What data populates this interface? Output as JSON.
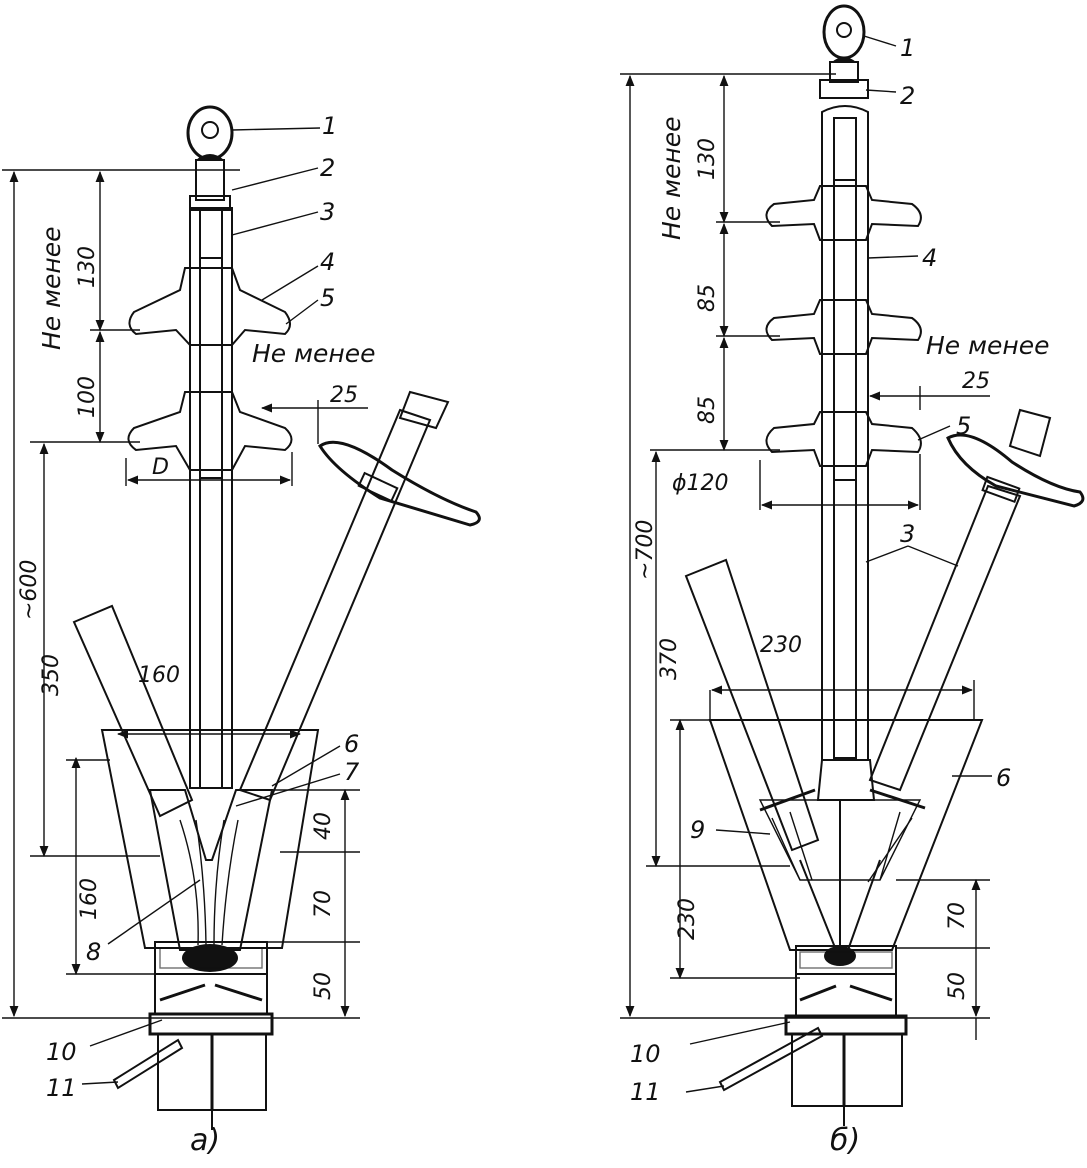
{
  "figure_a": {
    "caption": "а)",
    "callouts": [
      "1",
      "2",
      "3",
      "4",
      "5",
      "6",
      "7",
      "8",
      "10",
      "11"
    ],
    "note_min": "Не менее",
    "dim_130": "130",
    "dim_100": "100",
    "dim_25": "25",
    "dim_D": "D",
    "dim_600": "~600",
    "dim_350": "350",
    "dim_160_top": "160",
    "dim_160_side": "160",
    "dim_40": "40",
    "dim_70": "70",
    "dim_50": "50"
  },
  "figure_b": {
    "caption": "б)",
    "callouts": [
      "1",
      "2",
      "4",
      "5",
      "3",
      "6",
      "9",
      "10",
      "11"
    ],
    "note_min": "Не менее",
    "dim_130": "130",
    "dim_85_a": "85",
    "dim_85_b": "85",
    "dim_25": "25",
    "dim_120": "ϕ120",
    "dim_700": "~700",
    "dim_370": "370",
    "dim_230_top": "230",
    "dim_230_side": "230",
    "dim_70": "70",
    "dim_50": "50"
  }
}
